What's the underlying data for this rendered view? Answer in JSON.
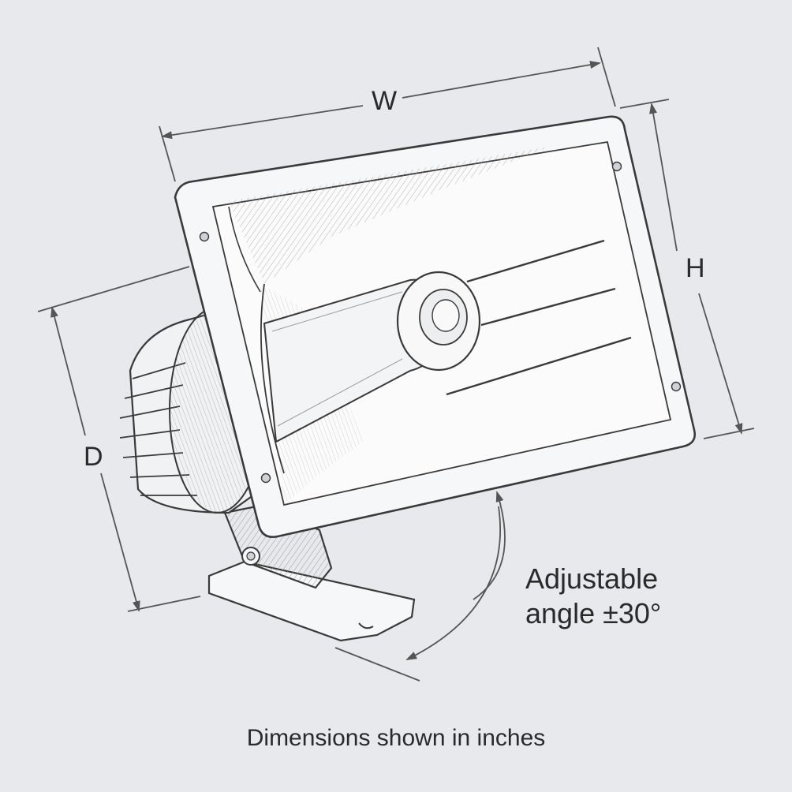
{
  "dimension_labels": {
    "width": "W",
    "height": "H",
    "depth": "D"
  },
  "angle_note": {
    "line1": "Adjustable",
    "line2": "angle ±30°"
  },
  "caption": "Dimensions shown in inches",
  "colors": {
    "background": "#e7e9ec",
    "line": "#3a3a3a",
    "fill": "#f6f7f8",
    "arrow": "#555555"
  }
}
